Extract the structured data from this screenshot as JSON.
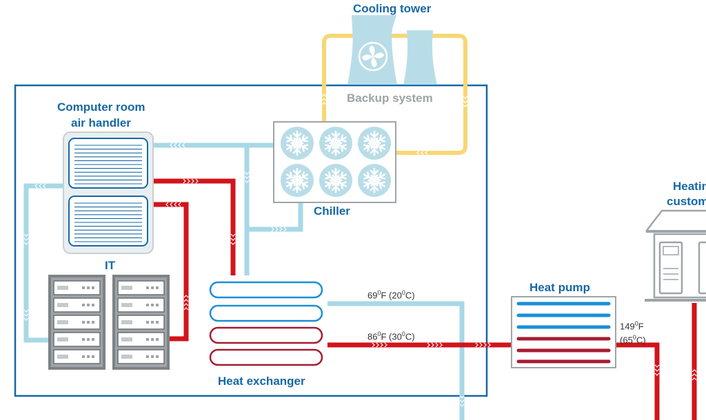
{
  "labels": {
    "cooling_tower": "Cooling tower",
    "backup_system": "Backup system",
    "crah_line1": "Computer room",
    "crah_line2": "air handler",
    "it": "IT",
    "chiller": "Chiller",
    "heat_exchanger": "Heat exchanger",
    "heat_pump": "Heat pump",
    "heating_customers_line1": "Heating",
    "heating_customers_line2": "customers"
  },
  "temperatures": {
    "cold_return": {
      "f": "69",
      "c": "20"
    },
    "hot_supply": {
      "f": "86",
      "c": "30"
    },
    "heat_pump_out": {
      "f": "149",
      "c": "65"
    }
  },
  "units": {
    "deg": "0",
    "f": "F",
    "c": "C"
  },
  "colors": {
    "cold_loop": "#a8d8e6",
    "hot_loop": "#d2141b",
    "backup_loop": "#f7d775",
    "boundary": "#1668a6",
    "label_blue": "#1668a6",
    "label_gray": "#9ea4a7"
  }
}
